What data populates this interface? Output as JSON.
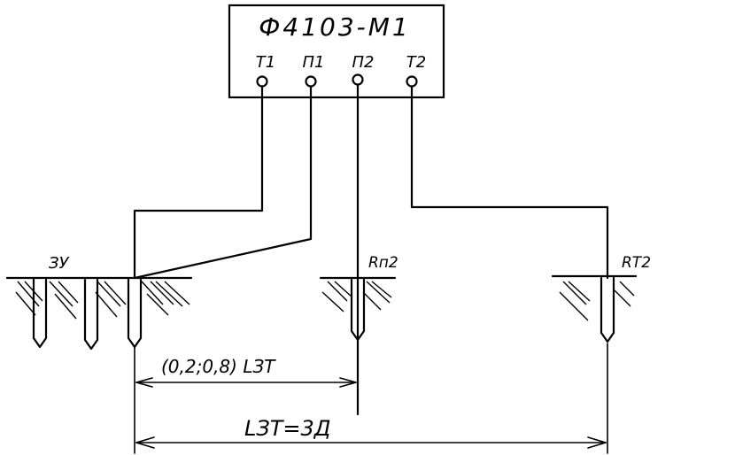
{
  "device": {
    "title": "Ф4103-М1",
    "terminals": [
      "Т1",
      "П1",
      "П2",
      "Т2"
    ]
  },
  "labels": {
    "ground_electrode": "ЗУ",
    "potential_probe": "Rп2",
    "current_probe": "RТ2",
    "probe_distance": "(0,2;0,8) LЗТ",
    "current_distance": "LЗТ=3Д"
  }
}
